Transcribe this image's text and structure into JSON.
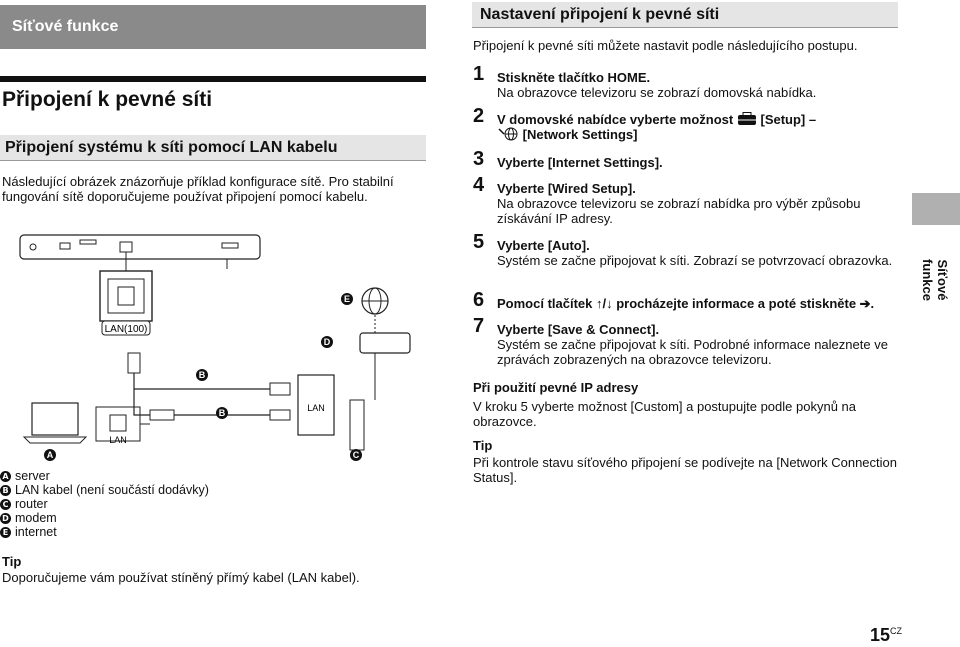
{
  "left": {
    "section_tab": "Síťové funkce",
    "title": "Připojení k pevné síti",
    "subheading": "Připojení systému k síti pomocí LAN kabelu",
    "intro": "Následující obrázek znázorňuje příklad konfigurace sítě. Pro stabilní fungování sítě doporučujeme používat připojení pomocí kabelu.",
    "diagram": {
      "port_label": "LAN(100)",
      "lan_label_server": "LAN",
      "lan_label_router": "LAN",
      "markers": [
        "A",
        "B",
        "B",
        "C",
        "D",
        "E"
      ]
    },
    "legend": [
      {
        "marker": "A",
        "text": "server"
      },
      {
        "marker": "B",
        "text": "LAN kabel (není součástí dodávky)"
      },
      {
        "marker": "C",
        "text": "router"
      },
      {
        "marker": "D",
        "text": "modem"
      },
      {
        "marker": "E",
        "text": "internet"
      }
    ],
    "tip_label": "Tip",
    "tip_text": "Doporučujeme vám používat stíněný přímý kabel (LAN kabel)."
  },
  "right": {
    "heading": "Nastavení připojení k pevné síti",
    "intro": "Připojení k pevné síti můžete nastavit podle následujícího postupu.",
    "steps": [
      {
        "num": "1",
        "head": "Stiskněte tlačítko HOME.",
        "sub": "Na obrazovce televizoru se zobrazí domovská nabídka."
      },
      {
        "num": "2",
        "head_a": "V domovské nabídce vyberte možnost",
        "head_b": "[Setup] –",
        "head_c": "[Network Settings]"
      },
      {
        "num": "3",
        "head": "Vyberte [Internet Settings]."
      },
      {
        "num": "4",
        "head": "Vyberte [Wired Setup].",
        "sub": "Na obrazovce televizoru se zobrazí nabídka pro výběr způsobu získávání IP adresy."
      },
      {
        "num": "5",
        "head": "Vyberte [Auto].",
        "sub": "Systém se začne připojovat k síti. Zobrazí se potvrzovací obrazovka."
      },
      {
        "num": "6",
        "head": "Pomocí tlačítek ↑/↓ procházejte informace a poté stiskněte ➔."
      },
      {
        "num": "7",
        "head": "Vyberte [Save & Connect].",
        "sub": "Systém se začne připojovat k síti. Podrobné informace naleznete ve zprávách zobrazených na obrazovce televizoru."
      }
    ],
    "fixed_ip_heading": "Při použití pevné IP adresy",
    "fixed_ip_text": "V kroku 5 vyberte možnost [Custom] a postupujte podle pokynů na obrazovce.",
    "tip_label": "Tip",
    "tip_text": "Při kontrole stavu síťového připojení se podívejte na [Network Connection Status]."
  },
  "side_tab": "Síťové funkce",
  "page": {
    "number": "15",
    "suffix": "CZ"
  }
}
